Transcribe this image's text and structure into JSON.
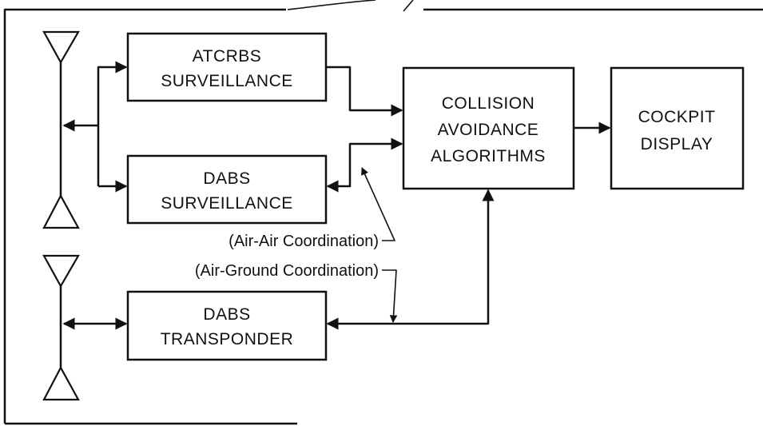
{
  "blocks": {
    "atcrbs": {
      "line1": "ATCRBS",
      "line2": "SURVEILLANCE"
    },
    "dabs_surv": {
      "line1": "DABS",
      "line2": "SURVEILLANCE"
    },
    "collision": {
      "line1": "COLLISION",
      "line2": "AVOIDANCE",
      "line3": "ALGORITHMS"
    },
    "cockpit": {
      "line1": "COCKPIT",
      "line2": "DISPLAY"
    },
    "transponder": {
      "line1": "DABS",
      "line2": "TRANSPONDER"
    }
  },
  "annotations": {
    "air_air": "(Air-Air Coordination)",
    "air_ground": "(Air-Ground Coordination)"
  }
}
